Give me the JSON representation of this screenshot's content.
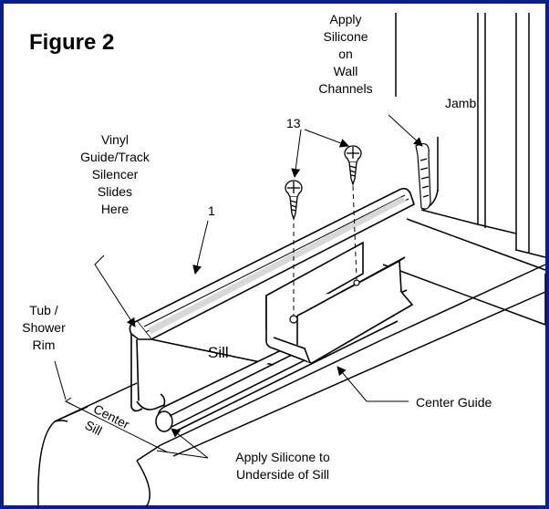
{
  "figure": {
    "title": "Figure 2",
    "border_color": "#0b1f8a",
    "labels": {
      "apply_silicone_wall": [
        "Apply",
        "Silicone",
        "on",
        "Wall",
        "Channels"
      ],
      "jamb": "Jamb",
      "part_13": "13",
      "vinyl_guide": [
        "Vinyl",
        "Guide/Track",
        "Silencer",
        "Slides",
        "Here"
      ],
      "part_1": "1",
      "tub_rim": [
        "Tub /",
        "Shower",
        "Rim"
      ],
      "sill": "Sill",
      "center_guide": "Center Guide",
      "center_sill": [
        "Center",
        "Sill"
      ],
      "apply_silicone_sill": [
        "Apply Silicone to",
        "Underside of Sill"
      ]
    }
  }
}
